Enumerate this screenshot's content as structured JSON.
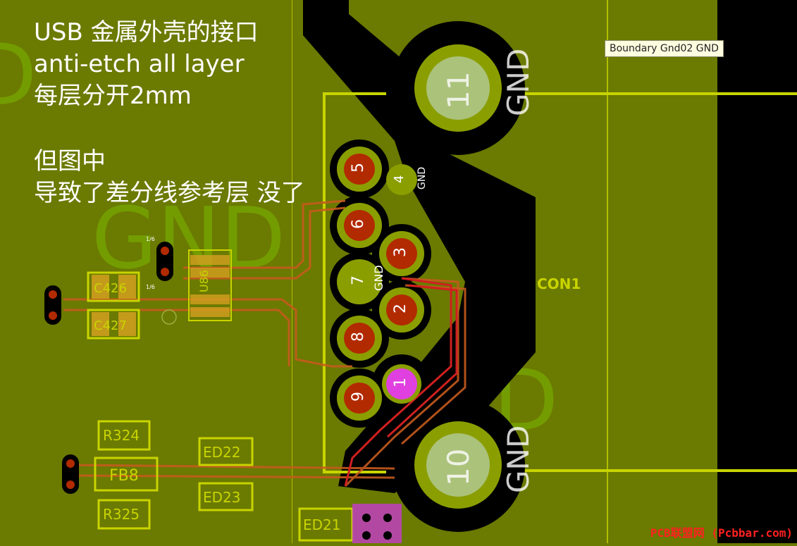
{
  "annotation": {
    "line1": "USB 金属外壳的接口",
    "line2": "anti-etch all layer",
    "line3": "每层分开2mm",
    "line4": "但图中",
    "line5": "导致了差分线参考层 没了"
  },
  "tooltip": {
    "text": "Boundary   Gnd02   GND"
  },
  "board": {
    "gnd_large": "GND",
    "gnd_partial": "D",
    "connector_ref": "CON1",
    "pads": [
      {
        "num": "11",
        "net": "GND"
      },
      {
        "num": "10",
        "net": "GND"
      },
      {
        "num": "5"
      },
      {
        "num": "4",
        "net": "GND"
      },
      {
        "num": "6"
      },
      {
        "num": "3"
      },
      {
        "num": "7",
        "net": "GND"
      },
      {
        "num": "2"
      },
      {
        "num": "8"
      },
      {
        "num": "1"
      },
      {
        "num": "9"
      }
    ],
    "components": {
      "u": "U86",
      "c1": "C426",
      "c2": "C427",
      "r1": "R324",
      "r2": "R325",
      "fb": "FB8",
      "ed1": "ED22",
      "ed2": "ED23",
      "ed3": "ED21"
    },
    "via_label": "1/6"
  },
  "watermark": "PCB联盟网 (Pcbbar.com)",
  "colors": {
    "board_fill": "#6b7a00",
    "copper": "#8a9e00",
    "cutout": "#000000",
    "outline": "#c8d400",
    "pad": "#b22a00",
    "pad_selected": "#e040e0",
    "trace": "#c65a1e",
    "silk_green": "#7ab800"
  }
}
